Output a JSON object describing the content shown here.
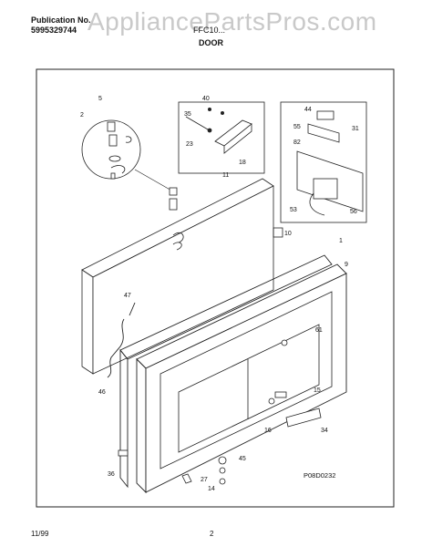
{
  "header": {
    "publication_label": "Publication No.",
    "publication_number": "5995329744",
    "model": "FFC10...",
    "section_title": "DOOR"
  },
  "watermark": "AppliancePartsPros.com",
  "diagram_code": "P08D0232",
  "footer": {
    "date": "11/99",
    "page": "2"
  },
  "callouts": [
    "1",
    "2",
    "5",
    "9",
    "10",
    "11",
    "14",
    "15",
    "16",
    "18",
    "23",
    "27",
    "31",
    "34",
    "35",
    "36",
    "40",
    "44",
    "45",
    "46",
    "47",
    "53",
    "55",
    "56",
    "61",
    "82"
  ]
}
